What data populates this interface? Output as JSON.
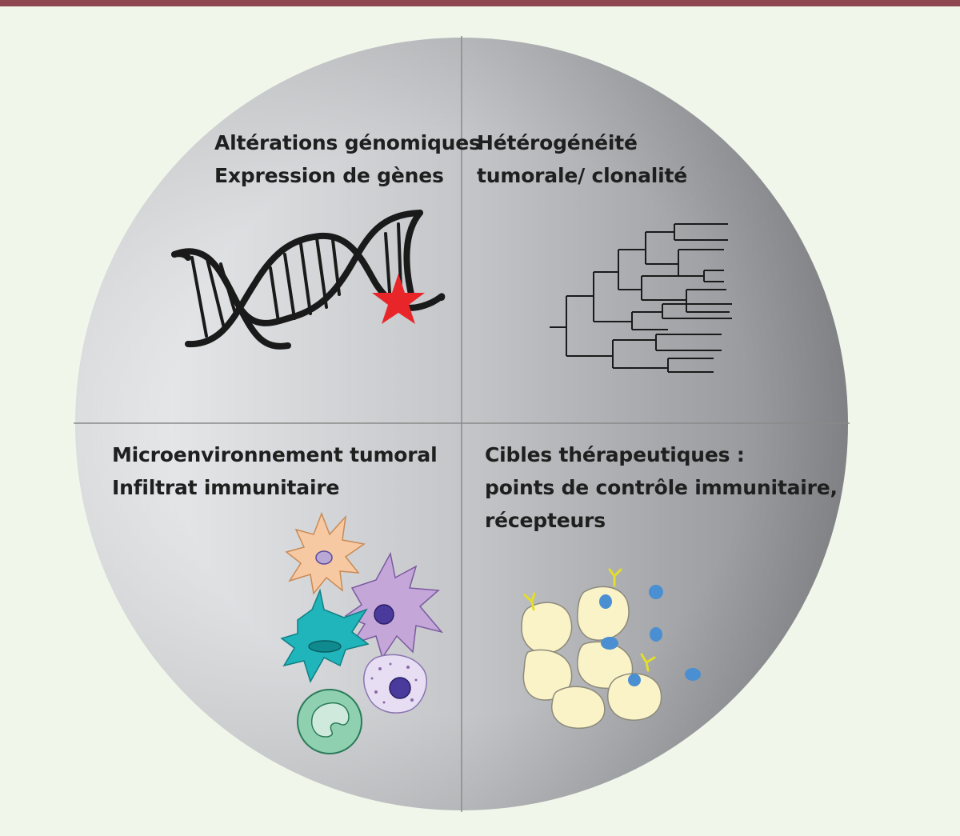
{
  "colors": {
    "background": "#f0f6ea",
    "top_bar": "#8e4650",
    "circle_light": "#eef0f2",
    "circle_dark": "#8a8c90",
    "divider": "#8a8a8a",
    "dna": "#1a1a1a",
    "mutation_star": "#e8262a",
    "tree": "#1a1a1a",
    "cell_orange": "#f7c9a2",
    "cell_lavender": "#c4a6d8",
    "cell_teal": "#1fb5ba",
    "cell_green": "#8fd0b0",
    "cell_speckled": "#e7def3",
    "nucleus_blue": "#4a3a9c",
    "tumor_cell": "#fbf3c8",
    "receptor": "#e2de2a",
    "drug_dot": "#4a8fd1"
  },
  "quadrants": {
    "genomics": {
      "line1": "Altérations génomiques",
      "line2": "Expression de gènes",
      "icon": "dna-helix-icon"
    },
    "heterogeneity": {
      "line1": "Hétérogénéité",
      "line2": "tumorale/ clonalité",
      "icon": "phylogenetic-tree-icon"
    },
    "microenvironment": {
      "line1": "Microenvironnement tumoral",
      "line2": "Infiltrat immunitaire",
      "icon": "immune-cells-icon"
    },
    "targets": {
      "line1": "Cibles thérapeutiques :",
      "line2": "points de contrôle immunitaire,",
      "line3": "récepteurs",
      "icon": "tumor-cells-receptors-icon"
    }
  }
}
